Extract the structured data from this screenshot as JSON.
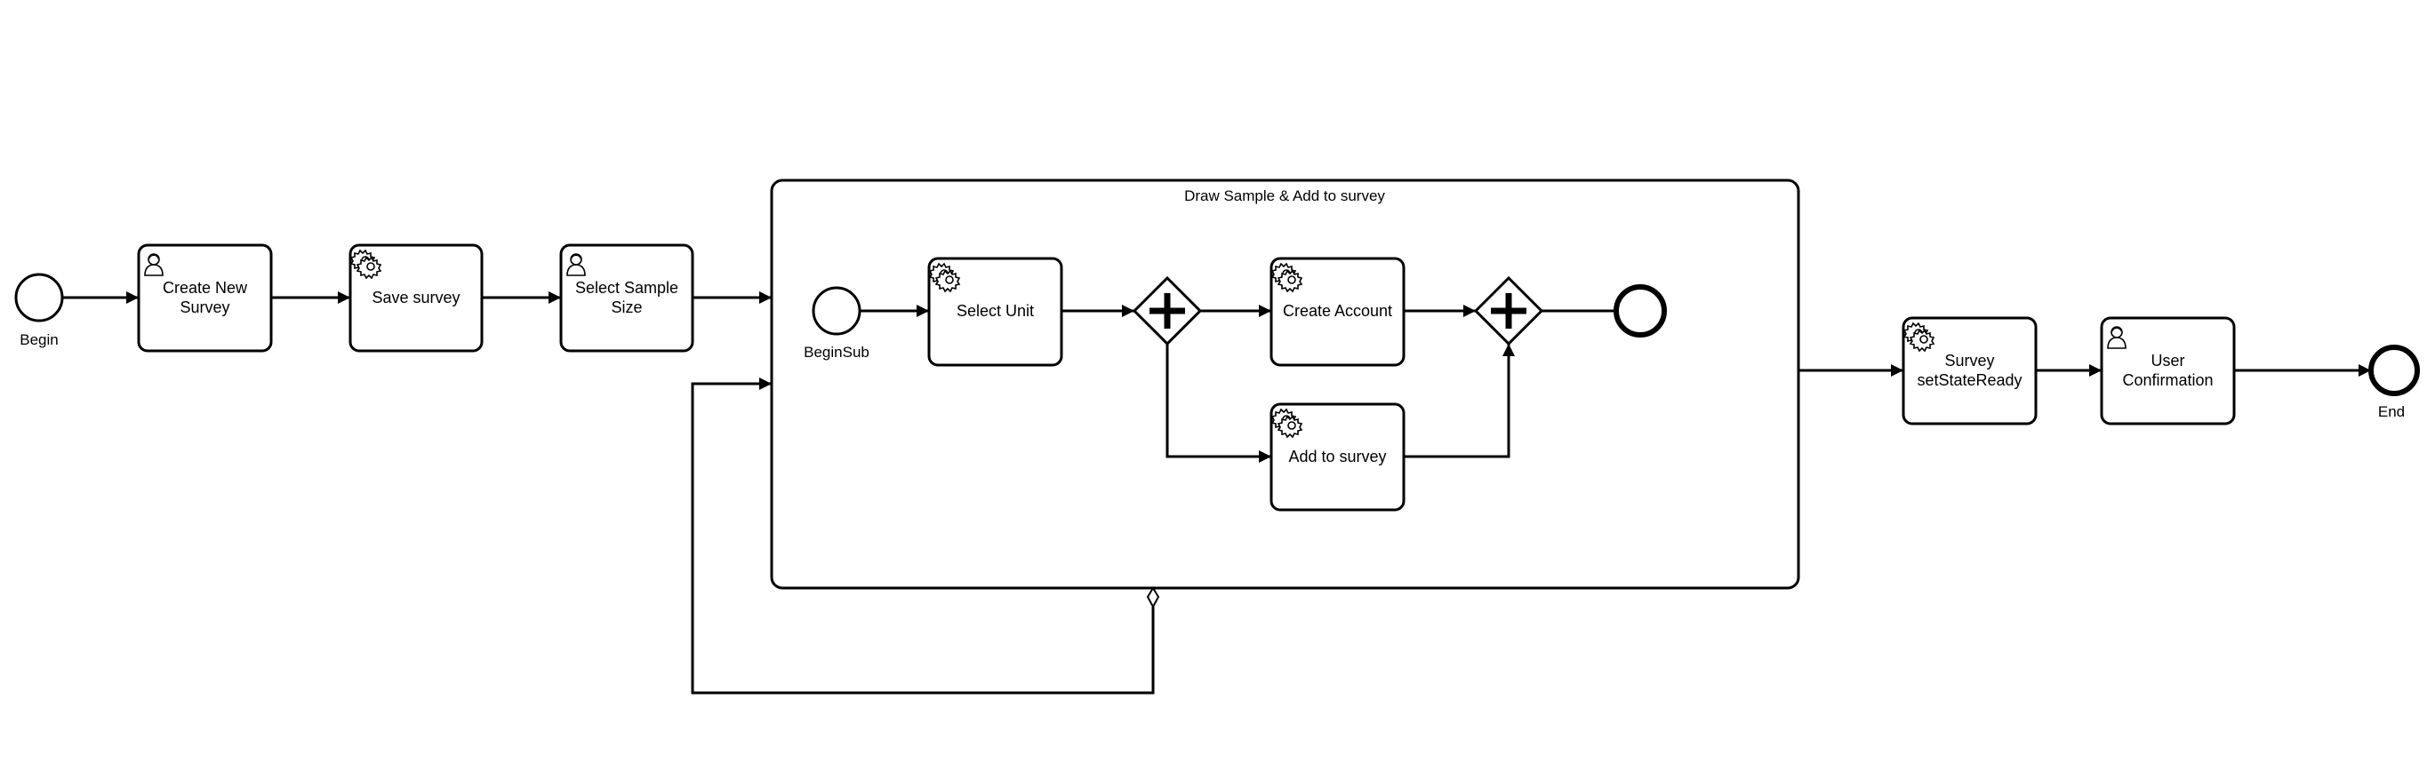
{
  "diagram": {
    "type": "bpmn-process",
    "events": {
      "begin": "Begin",
      "begin_sub": "BeginSub",
      "end": "End"
    },
    "tasks": {
      "create_new_survey": [
        "Create New",
        "Survey"
      ],
      "save_survey": [
        "Save survey"
      ],
      "select_sample_size": [
        "Select Sample",
        "Size"
      ],
      "select_unit": [
        "Select Unit"
      ],
      "create_account": [
        "Create Account"
      ],
      "add_to_survey": [
        "Add to survey"
      ],
      "survey_set_state_ready": [
        "Survey",
        "setStateReady"
      ],
      "user_confirmation": [
        "User",
        "Confirmation"
      ]
    },
    "subprocess_title": "Draw Sample & Add to survey",
    "icons": {
      "user_task": "user-icon",
      "service_task": "gear-icon",
      "parallel_gateway": "plus-icon"
    }
  }
}
